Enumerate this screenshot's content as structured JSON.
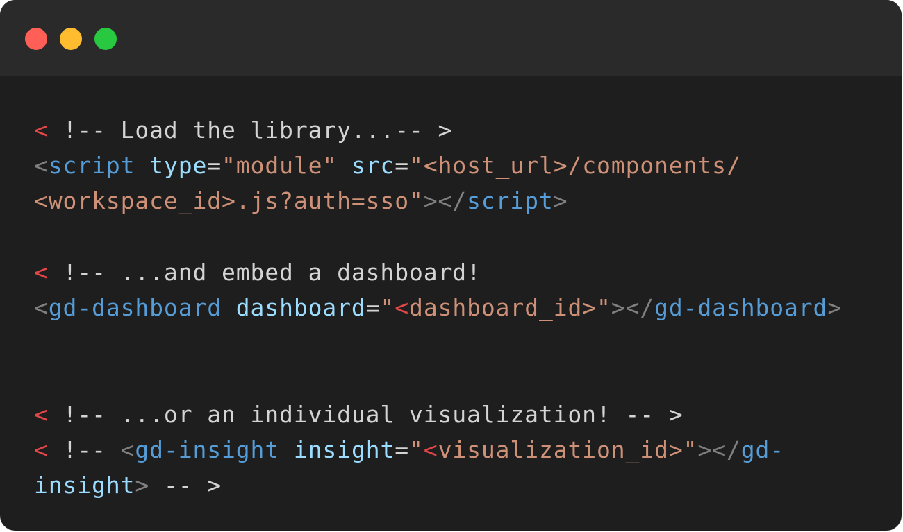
{
  "window": {
    "controls": [
      {
        "name": "close",
        "color": "#ff5f57"
      },
      {
        "name": "minimize",
        "color": "#febc2e"
      },
      {
        "name": "maximize",
        "color": "#28c840"
      }
    ],
    "titlebar_color": "#2a2a2a",
    "body_color": "#1e1e1e"
  },
  "colors": {
    "punctuation": "#808080",
    "comment_bracket": "#e3474a",
    "comment_text": "#d4d4d4",
    "tag": "#569cd6",
    "attribute": "#9cdcfe",
    "string": "#ce9178"
  },
  "code": {
    "lines": [
      [
        {
          "t": "< ",
          "c": "red"
        },
        {
          "t": "!-- Load the library...-- >",
          "c": "comment"
        }
      ],
      [
        {
          "t": "<",
          "c": "punct"
        },
        {
          "t": "script",
          "c": "tag"
        },
        {
          "t": " ",
          "c": "op"
        },
        {
          "t": "type",
          "c": "attr"
        },
        {
          "t": "=",
          "c": "op"
        },
        {
          "t": "\"module\"",
          "c": "string"
        },
        {
          "t": " ",
          "c": "op"
        },
        {
          "t": "src",
          "c": "attr"
        },
        {
          "t": "=",
          "c": "op"
        },
        {
          "t": "\"<host_url>/components/",
          "c": "string"
        }
      ],
      [
        {
          "t": "<workspace_id>.js?auth=sso\"",
          "c": "string"
        },
        {
          "t": "></",
          "c": "punct"
        },
        {
          "t": "script",
          "c": "tag"
        },
        {
          "t": ">",
          "c": "punct"
        }
      ],
      [],
      [
        {
          "t": "< ",
          "c": "red"
        },
        {
          "t": "!-- ...and embed a dashboard!",
          "c": "comment"
        }
      ],
      [
        {
          "t": "<",
          "c": "punct"
        },
        {
          "t": "gd-dashboard",
          "c": "tag"
        },
        {
          "t": " ",
          "c": "op"
        },
        {
          "t": "dashboard",
          "c": "attr"
        },
        {
          "t": "=",
          "c": "op"
        },
        {
          "t": "\"",
          "c": "string"
        },
        {
          "t": "<",
          "c": "red"
        },
        {
          "t": "dashboard_id>\"",
          "c": "string"
        },
        {
          "t": "></",
          "c": "punct"
        },
        {
          "t": "gd-dashboard",
          "c": "tag"
        },
        {
          "t": ">",
          "c": "punct"
        }
      ],
      [],
      [],
      [
        {
          "t": "< ",
          "c": "red"
        },
        {
          "t": "!-- ...or an individual visualization! -- >",
          "c": "comment"
        }
      ],
      [
        {
          "t": "< ",
          "c": "red"
        },
        {
          "t": "!-- ",
          "c": "comment"
        },
        {
          "t": "<",
          "c": "punct"
        },
        {
          "t": "gd-insight",
          "c": "tag"
        },
        {
          "t": " ",
          "c": "op"
        },
        {
          "t": "insight",
          "c": "attr"
        },
        {
          "t": "=",
          "c": "op"
        },
        {
          "t": "\"",
          "c": "string"
        },
        {
          "t": "<",
          "c": "red"
        },
        {
          "t": "visualization_id>\"",
          "c": "string"
        },
        {
          "t": "></",
          "c": "punct"
        },
        {
          "t": "gd-",
          "c": "tag"
        }
      ],
      [
        {
          "t": "insight",
          "c": "attr"
        },
        {
          "t": ">",
          "c": "punct"
        },
        {
          "t": " -- >",
          "c": "comment"
        }
      ]
    ]
  }
}
